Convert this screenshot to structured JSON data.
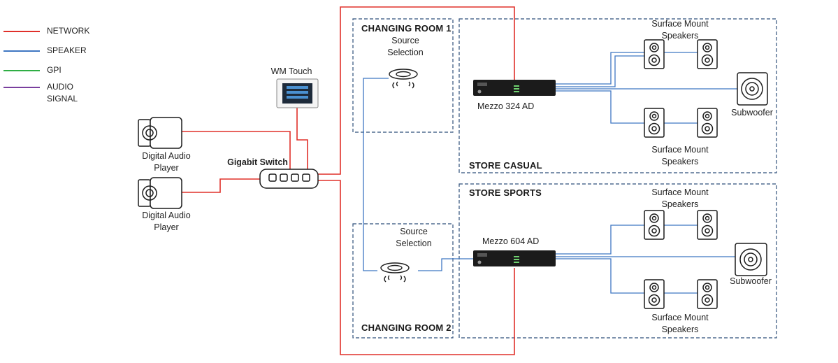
{
  "legend": [
    {
      "label": "NETWORK",
      "color": "#e0302a"
    },
    {
      "label": "SPEAKER",
      "color": "#3f77c2"
    },
    {
      "label": "GPI",
      "color": "#2fae44"
    },
    {
      "label": "AUDIO SIGNAL",
      "color": "#7a3f9e"
    }
  ],
  "zones": {
    "changing_room_1": "CHANGING ROOM 1",
    "changing_room_2": "CHANGING ROOM 2",
    "store_casual": "STORE CASUAL",
    "store_sports": "STORE SPORTS"
  },
  "devices": {
    "wm_touch": "WM Touch",
    "gigabit_switch": "Gigabit Switch",
    "digital_audio_player": "Digital Audio Player",
    "source_selection": "Source Selection",
    "mezzo_324": "Mezzo 324 AD",
    "mezzo_604": "Mezzo 604 AD",
    "surface_mount_speakers": "Surface Mount Speakers",
    "subwoofer": "Subwoofer"
  },
  "colors": {
    "network": "#e0302a",
    "speaker": "#3f77c2",
    "zone_border": "#2f4f7a",
    "device_dark": "#1b1b1b"
  }
}
